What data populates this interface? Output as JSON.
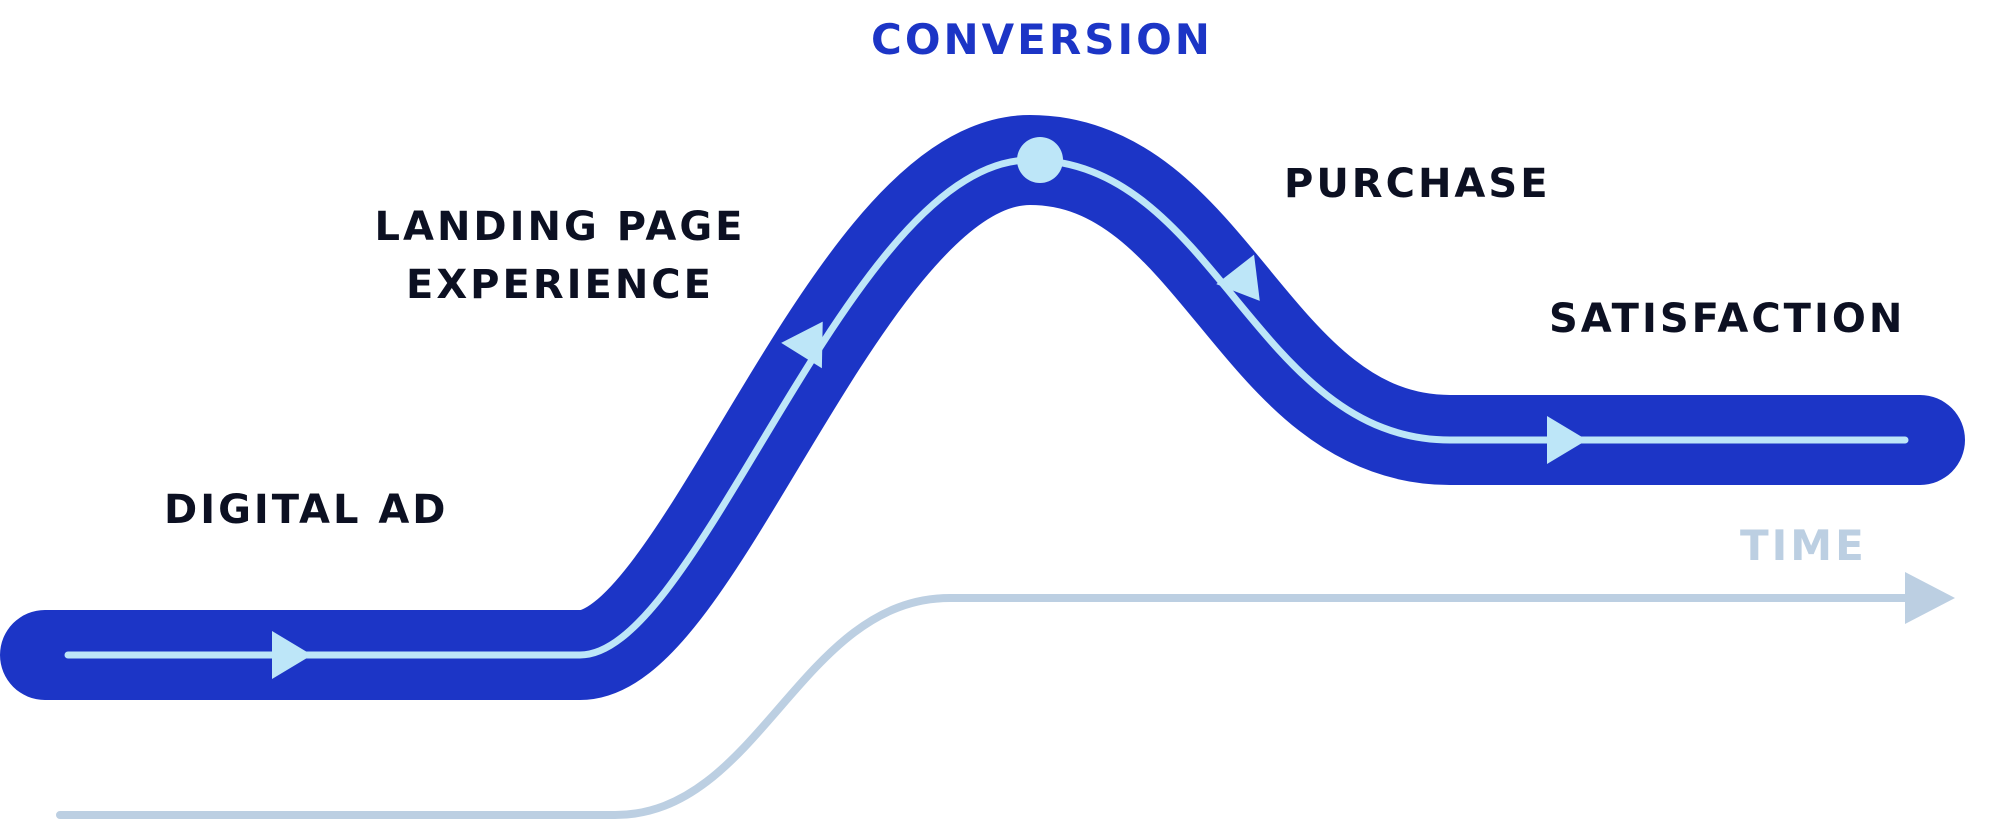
{
  "labels": {
    "conversion": "CONVERSION",
    "landing_line1": "LANDING PAGE",
    "landing_line2": "EXPERIENCE",
    "purchase": "PURCHASE",
    "satisfaction": "SATISFACTION",
    "digital_ad": "DIGITAL AD",
    "time": "TIME"
  },
  "colors": {
    "track": "#1c35c6",
    "path": "#bde6f8",
    "time_axis": "#bccfe2",
    "label_dark": "#0c1022",
    "label_accent": "#1c35c6",
    "label_time": "#bccfe2"
  }
}
